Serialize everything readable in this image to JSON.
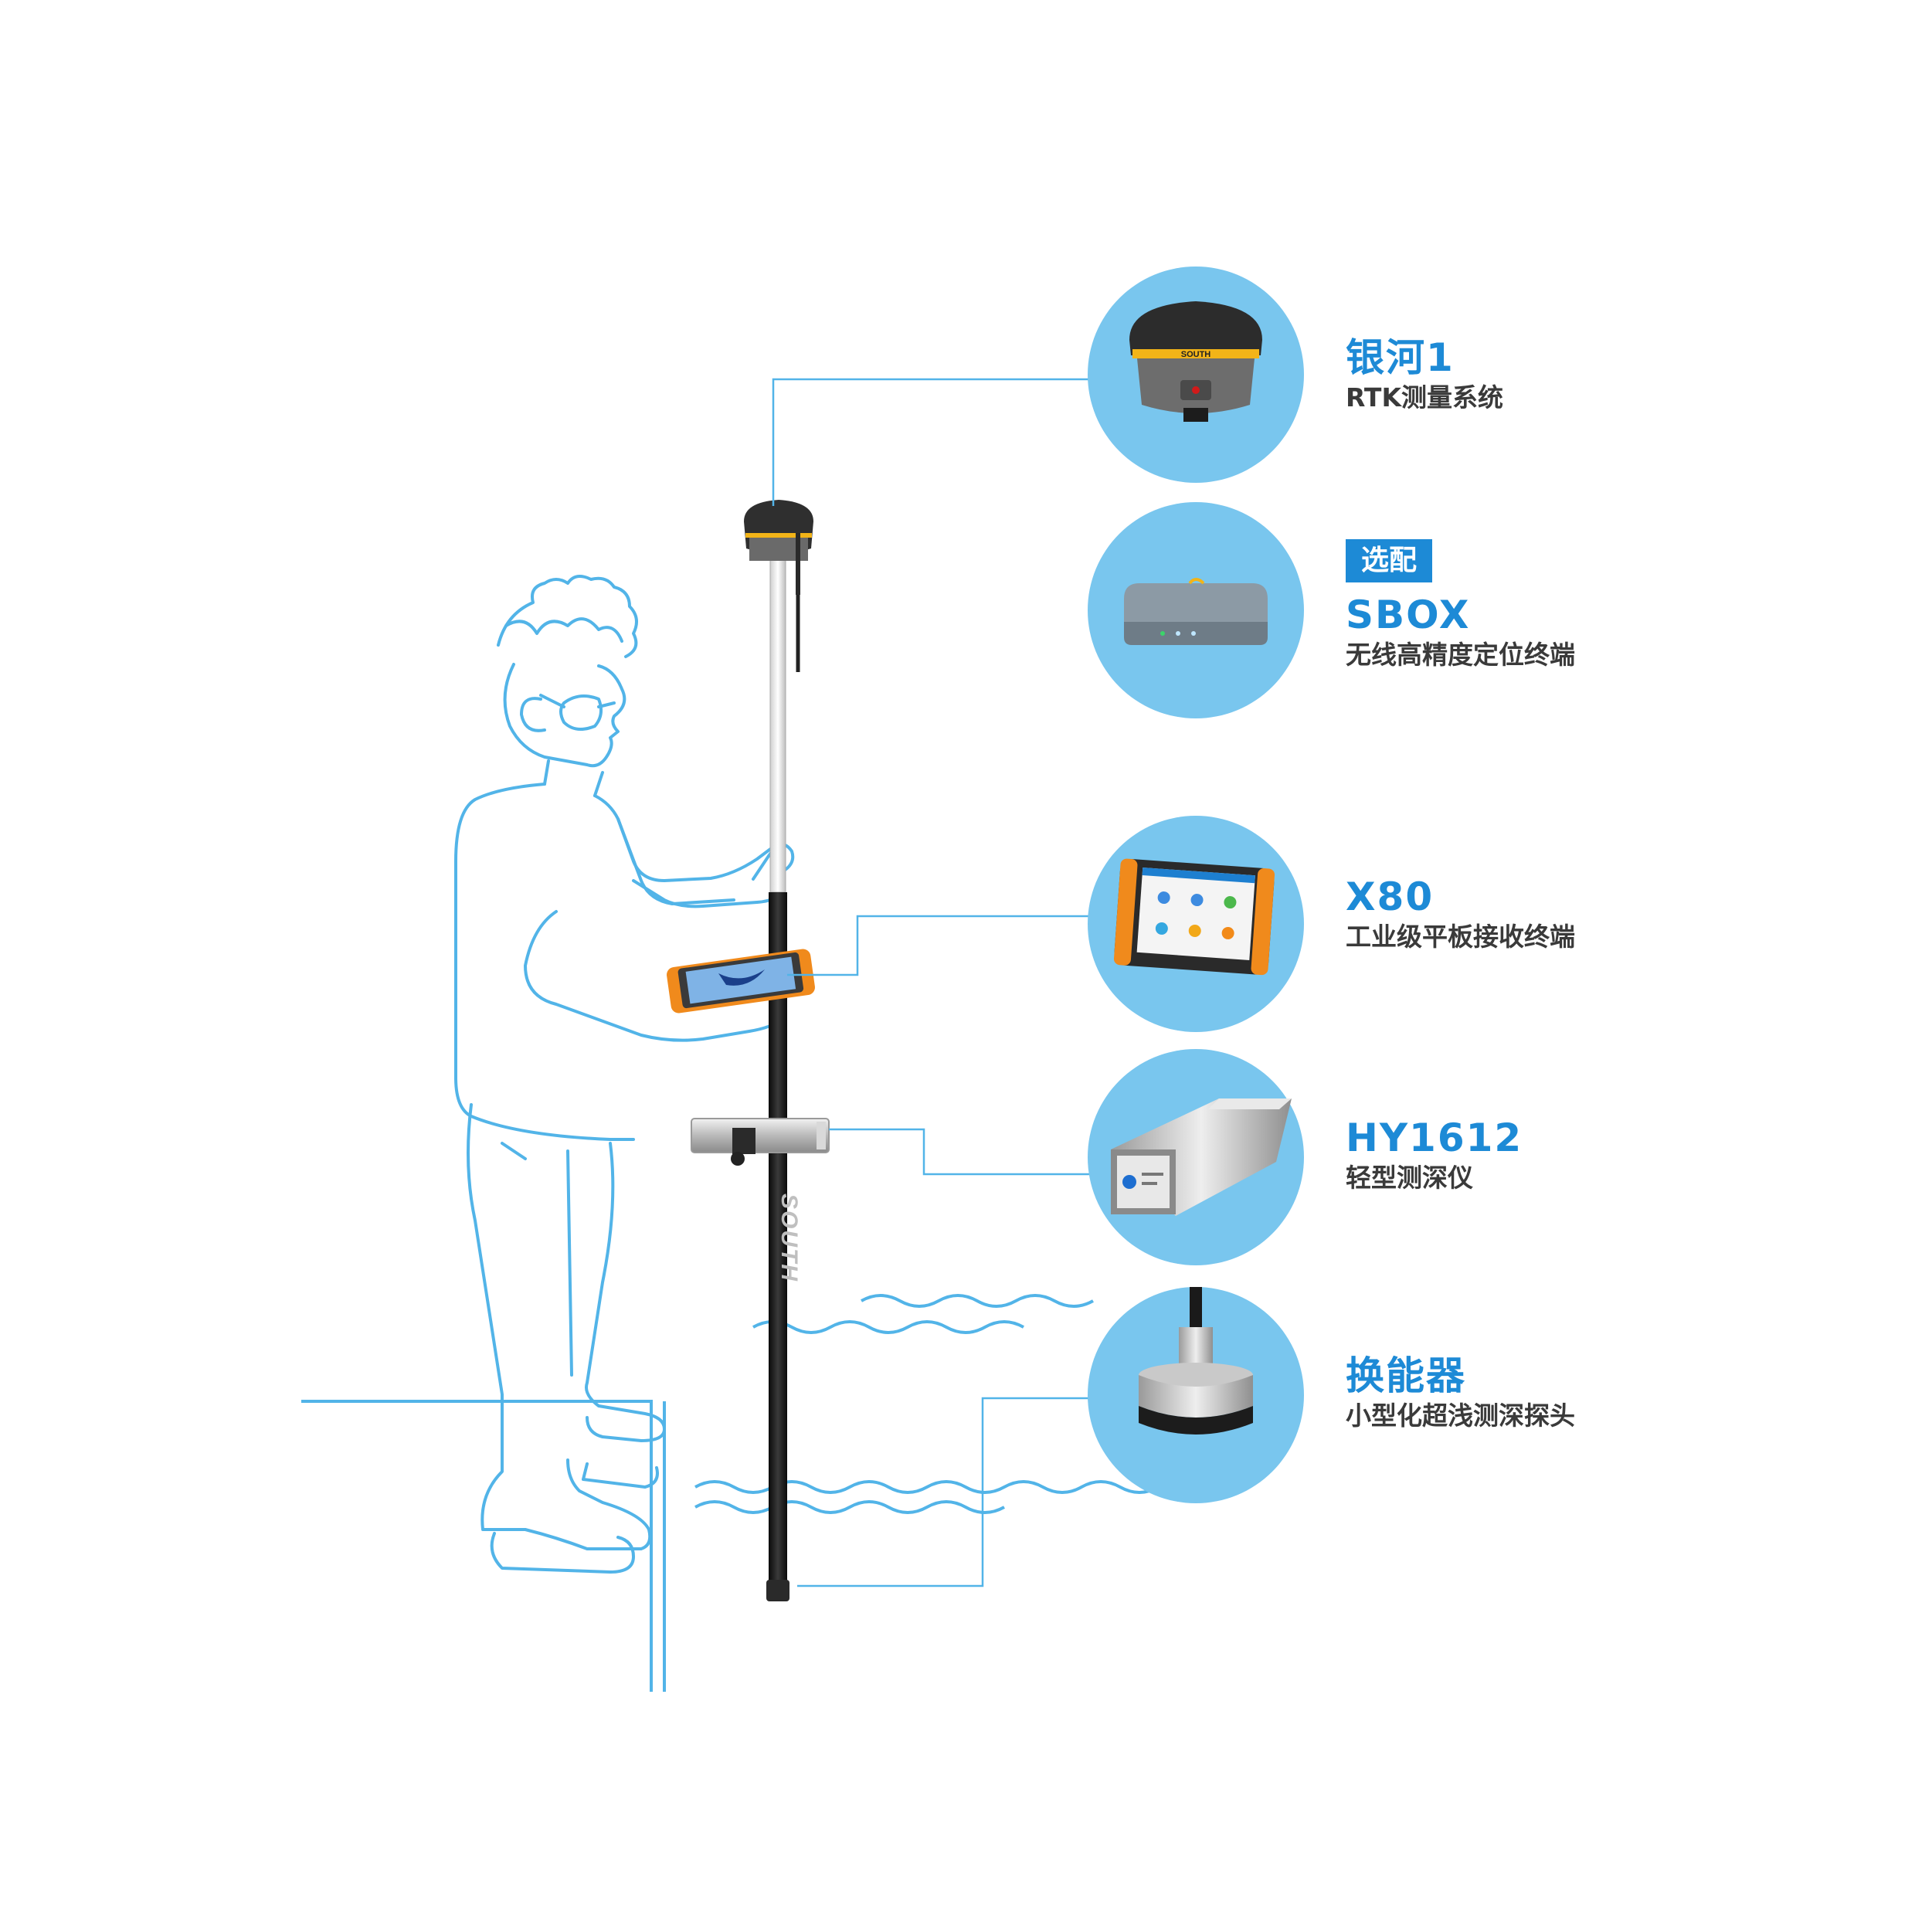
{
  "colors": {
    "line": "#52b4e8",
    "circle": "#79c6ee",
    "title": "#1d8ad6",
    "subtitle": "#3a3a3a",
    "badge_bg": "#1d8ad6",
    "badge_text": "#ffffff"
  },
  "components": [
    {
      "title": "银河1",
      "subtitle": "RTK测量系统",
      "icon": "gnss-receiver-icon"
    },
    {
      "badge": "选配",
      "title": "SBOX",
      "subtitle": "无线高精度定位终端",
      "icon": "sbox-box-icon"
    },
    {
      "title": "X80",
      "subtitle": "工业级平板接收终端",
      "icon": "rugged-tablet-icon"
    },
    {
      "title": "HY1612",
      "subtitle": "轻型测深仪",
      "icon": "echo-sounder-icon"
    },
    {
      "title": "换能器",
      "subtitle": "小型化超浅测深探头",
      "icon": "transducer-icon"
    }
  ],
  "pole_brand": "SOUTH",
  "receiver_brand": "SOUTH"
}
